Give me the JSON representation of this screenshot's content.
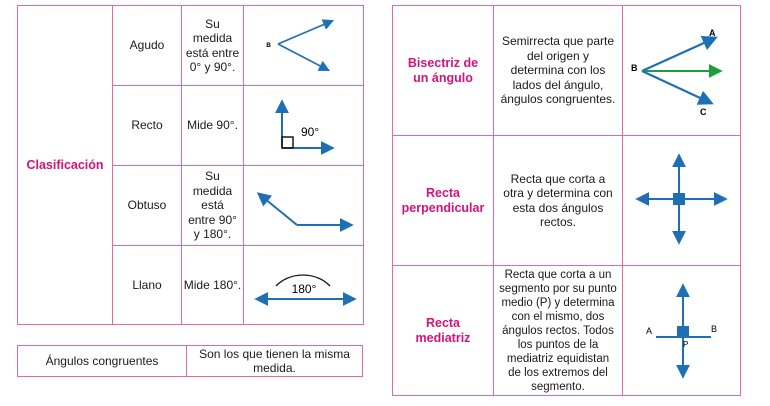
{
  "left_table": {
    "header": "Clasificación",
    "rows": [
      {
        "name": "Agudo",
        "description": "Su medida está entre 0° y 90°.",
        "figure": {
          "vertex_label": "B"
        }
      },
      {
        "name": "Recto",
        "description": "Mide 90°.",
        "figure": {
          "angle_label": "90°"
        }
      },
      {
        "name": "Obtuso",
        "description": "Su medida está entre 90° y 180°."
      },
      {
        "name": "Llano",
        "description": "Mide 180°.",
        "figure": {
          "angle_label": "180°"
        }
      }
    ]
  },
  "bottom_table": {
    "term": "Ángulos congruentes",
    "definition": "Son los que tienen la misma medida."
  },
  "right_table": {
    "rows": [
      {
        "term": "Bisectriz de un ángulo",
        "description": "Semirrecta que parte del origen y determina con los lados del ángulo, ángulos congruentes.",
        "figure": {
          "label_a": "A",
          "label_b": "B",
          "label_c": "C"
        }
      },
      {
        "term": "Recta perpendicular",
        "description": "Recta que corta a otra y determina con esta dos ángulos rectos."
      },
      {
        "term": "Recta mediatriz",
        "description": "Recta que corta a un segmento por su punto medio (P) y determina con el mismo, dos ángulos rectos. Todos los puntos de la mediatriz equidistan de los extremos del segmento.",
        "figure": {
          "label_a": "A",
          "label_b": "B",
          "label_p": "P"
        }
      }
    ]
  },
  "colors": {
    "border": "#e06aa8",
    "heading": "#d6127a",
    "line": "#1f6fb5",
    "bisector": "#1e9e3a"
  }
}
